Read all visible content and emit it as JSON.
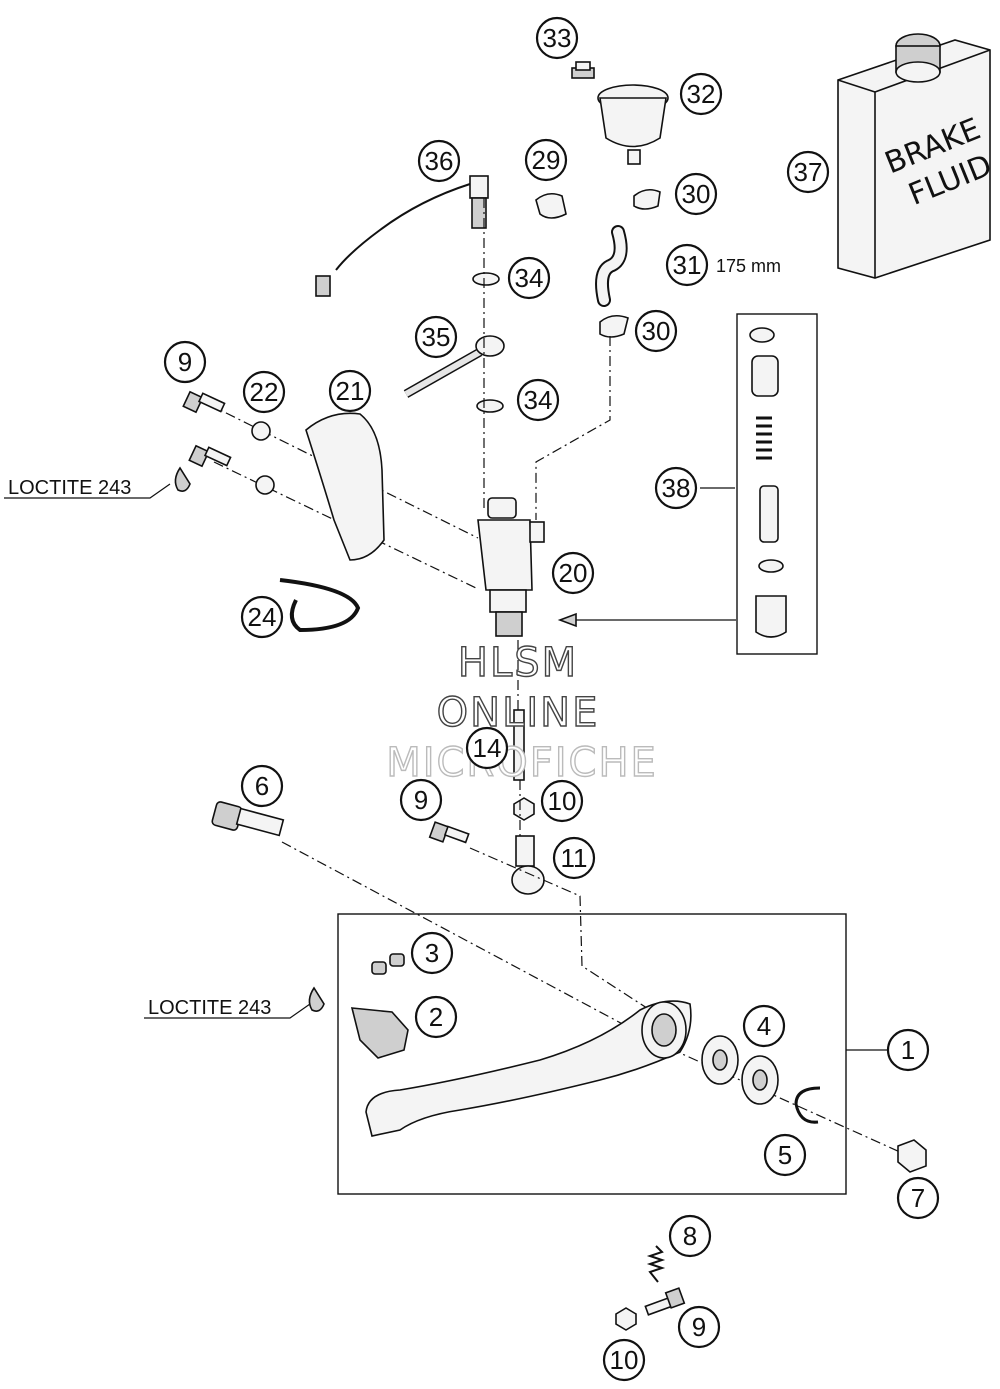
{
  "callouts": [
    "33",
    "32",
    "36",
    "29",
    "30",
    "37",
    "34",
    "31",
    "30",
    "35",
    "9",
    "22",
    "21",
    "34",
    "38",
    "20",
    "24",
    "14",
    "6",
    "9",
    "10",
    "11",
    "3",
    "2",
    "4",
    "1",
    "5",
    "7",
    "8",
    "9",
    "10"
  ],
  "labels": {
    "loctite_upper": "LOCTITE 243",
    "loctite_lower": "LOCTITE 243",
    "hose_length": "175 mm",
    "jug_line1": "BRAKE",
    "jug_line2": "FLUID"
  },
  "watermark": {
    "line1": "HLSM",
    "line2": "ONLINE",
    "line3": "MICROFICHE"
  }
}
